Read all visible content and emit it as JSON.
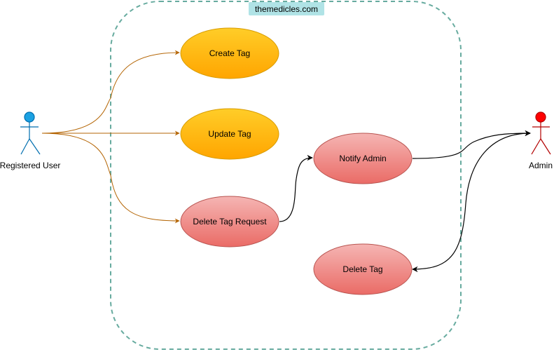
{
  "system": {
    "label": "themedicles.com"
  },
  "actors": {
    "registered_user": {
      "label": "Registered User"
    },
    "admin": {
      "label": "Admin"
    }
  },
  "use_cases": {
    "create_tag": {
      "label": "Create Tag"
    },
    "update_tag": {
      "label": "Update Tag"
    },
    "delete_tag_request": {
      "label": "Delete Tag Request"
    },
    "notify_admin": {
      "label": "Notify Admin"
    },
    "delete_tag": {
      "label": "Delete Tag"
    }
  },
  "colors": {
    "boundary": "#67AB9F",
    "system_label_bg": "#B0E3E6",
    "user_actor": "#1BA1E2",
    "admin_actor": "#FF0000",
    "orange_uc": "#FFCD28",
    "orange_uc_stroke": "#D79B00",
    "red_uc": "#F19C99",
    "red_uc_stroke": "#B85450",
    "user_edges": "#B46504",
    "admin_edges": "#000000"
  }
}
